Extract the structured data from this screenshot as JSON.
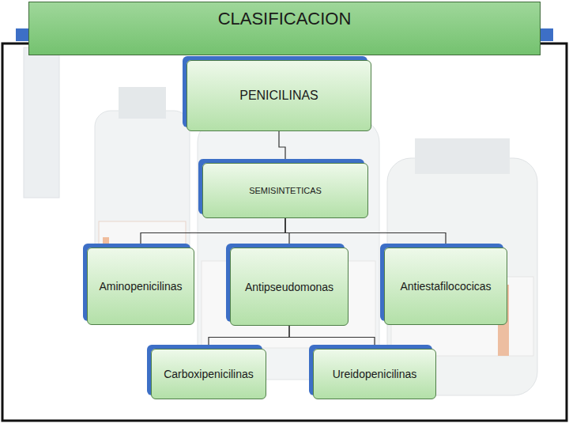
{
  "diagram": {
    "title": "CLASIFICACION",
    "nodes": [
      {
        "text": [
          "PENICILINAS"
        ]
      },
      {
        "text": [
          "SEMISINTETICAS"
        ]
      },
      {
        "text": [
          "Aminopenicilinas"
        ]
      },
      {
        "text": [
          "Antipseudomonas"
        ]
      },
      {
        "text": [
          "Antiestafilococicas"
        ]
      },
      {
        "text": [
          "Carboxipenicilinas"
        ]
      },
      {
        "text": [
          "Ureidopenicilinas"
        ]
      }
    ],
    "edges": [
      {
        "from": 0,
        "to": 1,
        "arrow": "none"
      },
      {
        "from": 1,
        "to": 2,
        "arrow": "none"
      },
      {
        "from": 1,
        "to": 3,
        "arrow": "none"
      },
      {
        "from": 1,
        "to": 4,
        "arrow": "none"
      },
      {
        "from": 3,
        "to": 5,
        "arrow": "none"
      },
      {
        "from": 3,
        "to": 6,
        "arrow": "none"
      }
    ]
  }
}
